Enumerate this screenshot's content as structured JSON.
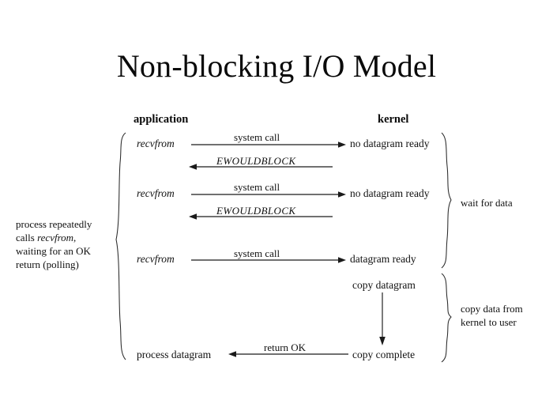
{
  "title": "Non-blocking I/O Model",
  "columns": {
    "application": "application",
    "kernel": "kernel"
  },
  "rows": [
    {
      "id": "row-1-request",
      "app": "recvfrom",
      "label": "system  call",
      "kernel": "no datagram ready",
      "direction": "app-to-kernel"
    },
    {
      "id": "row-1-response",
      "app": "",
      "label": "EWOULDBLOCK",
      "kernel": "",
      "direction": "kernel-to-app"
    },
    {
      "id": "row-2-request",
      "app": "recvfrom",
      "label": "system  call",
      "kernel": "no datagram ready",
      "direction": "app-to-kernel"
    },
    {
      "id": "row-2-response",
      "app": "",
      "label": "EWOULDBLOCK",
      "kernel": "",
      "direction": "kernel-to-app"
    },
    {
      "id": "row-3-request",
      "app": "recvfrom",
      "label": "system  call",
      "kernel": "datagram ready",
      "direction": "app-to-kernel"
    },
    {
      "id": "row-copy",
      "app": "",
      "label": "",
      "kernel": "copy datagram",
      "direction": "kernel-internal-down"
    },
    {
      "id": "row-return",
      "app": "process datagram",
      "label": "return OK",
      "kernel": "copy complete",
      "direction": "kernel-to-app"
    }
  ],
  "annotations": {
    "left": {
      "line1": "process repeatedly",
      "line2_prefix": "calls ",
      "line2_italic": "recvfrom",
      "line2_suffix": ",",
      "line3": "waiting for an OK",
      "line4": "return (polling)"
    },
    "right_top": "wait for data",
    "right_bottom_line1": "copy data from",
    "right_bottom_line2": "kernel to user"
  },
  "colors": {
    "background": "#ffffff",
    "ink": "#111111",
    "stroke": "#1a1a1a"
  }
}
